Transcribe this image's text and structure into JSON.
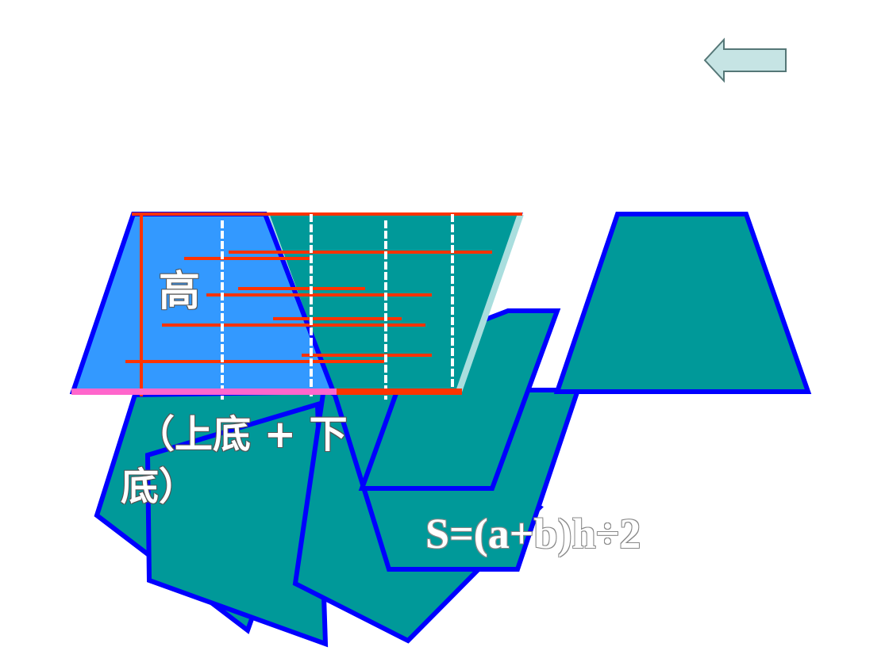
{
  "colors": {
    "teal_fill": "#009999",
    "light_blue_fill": "#3399ff",
    "outline_blue": "#0000ff",
    "guide_red": "#ff3300",
    "base_pink": "#ff66cc",
    "arrow_fill": "#c6e4e4",
    "arrow_stroke": "#557777",
    "pale_edge": "#a9dede"
  },
  "icons": {
    "back_arrow": "left-arrow-icon"
  },
  "labels": {
    "height": "高",
    "sum_of_bases_line1": "（上底 + 下",
    "sum_of_bases_line2": "底）",
    "area_formula": "S=(a+b)h÷2"
  }
}
